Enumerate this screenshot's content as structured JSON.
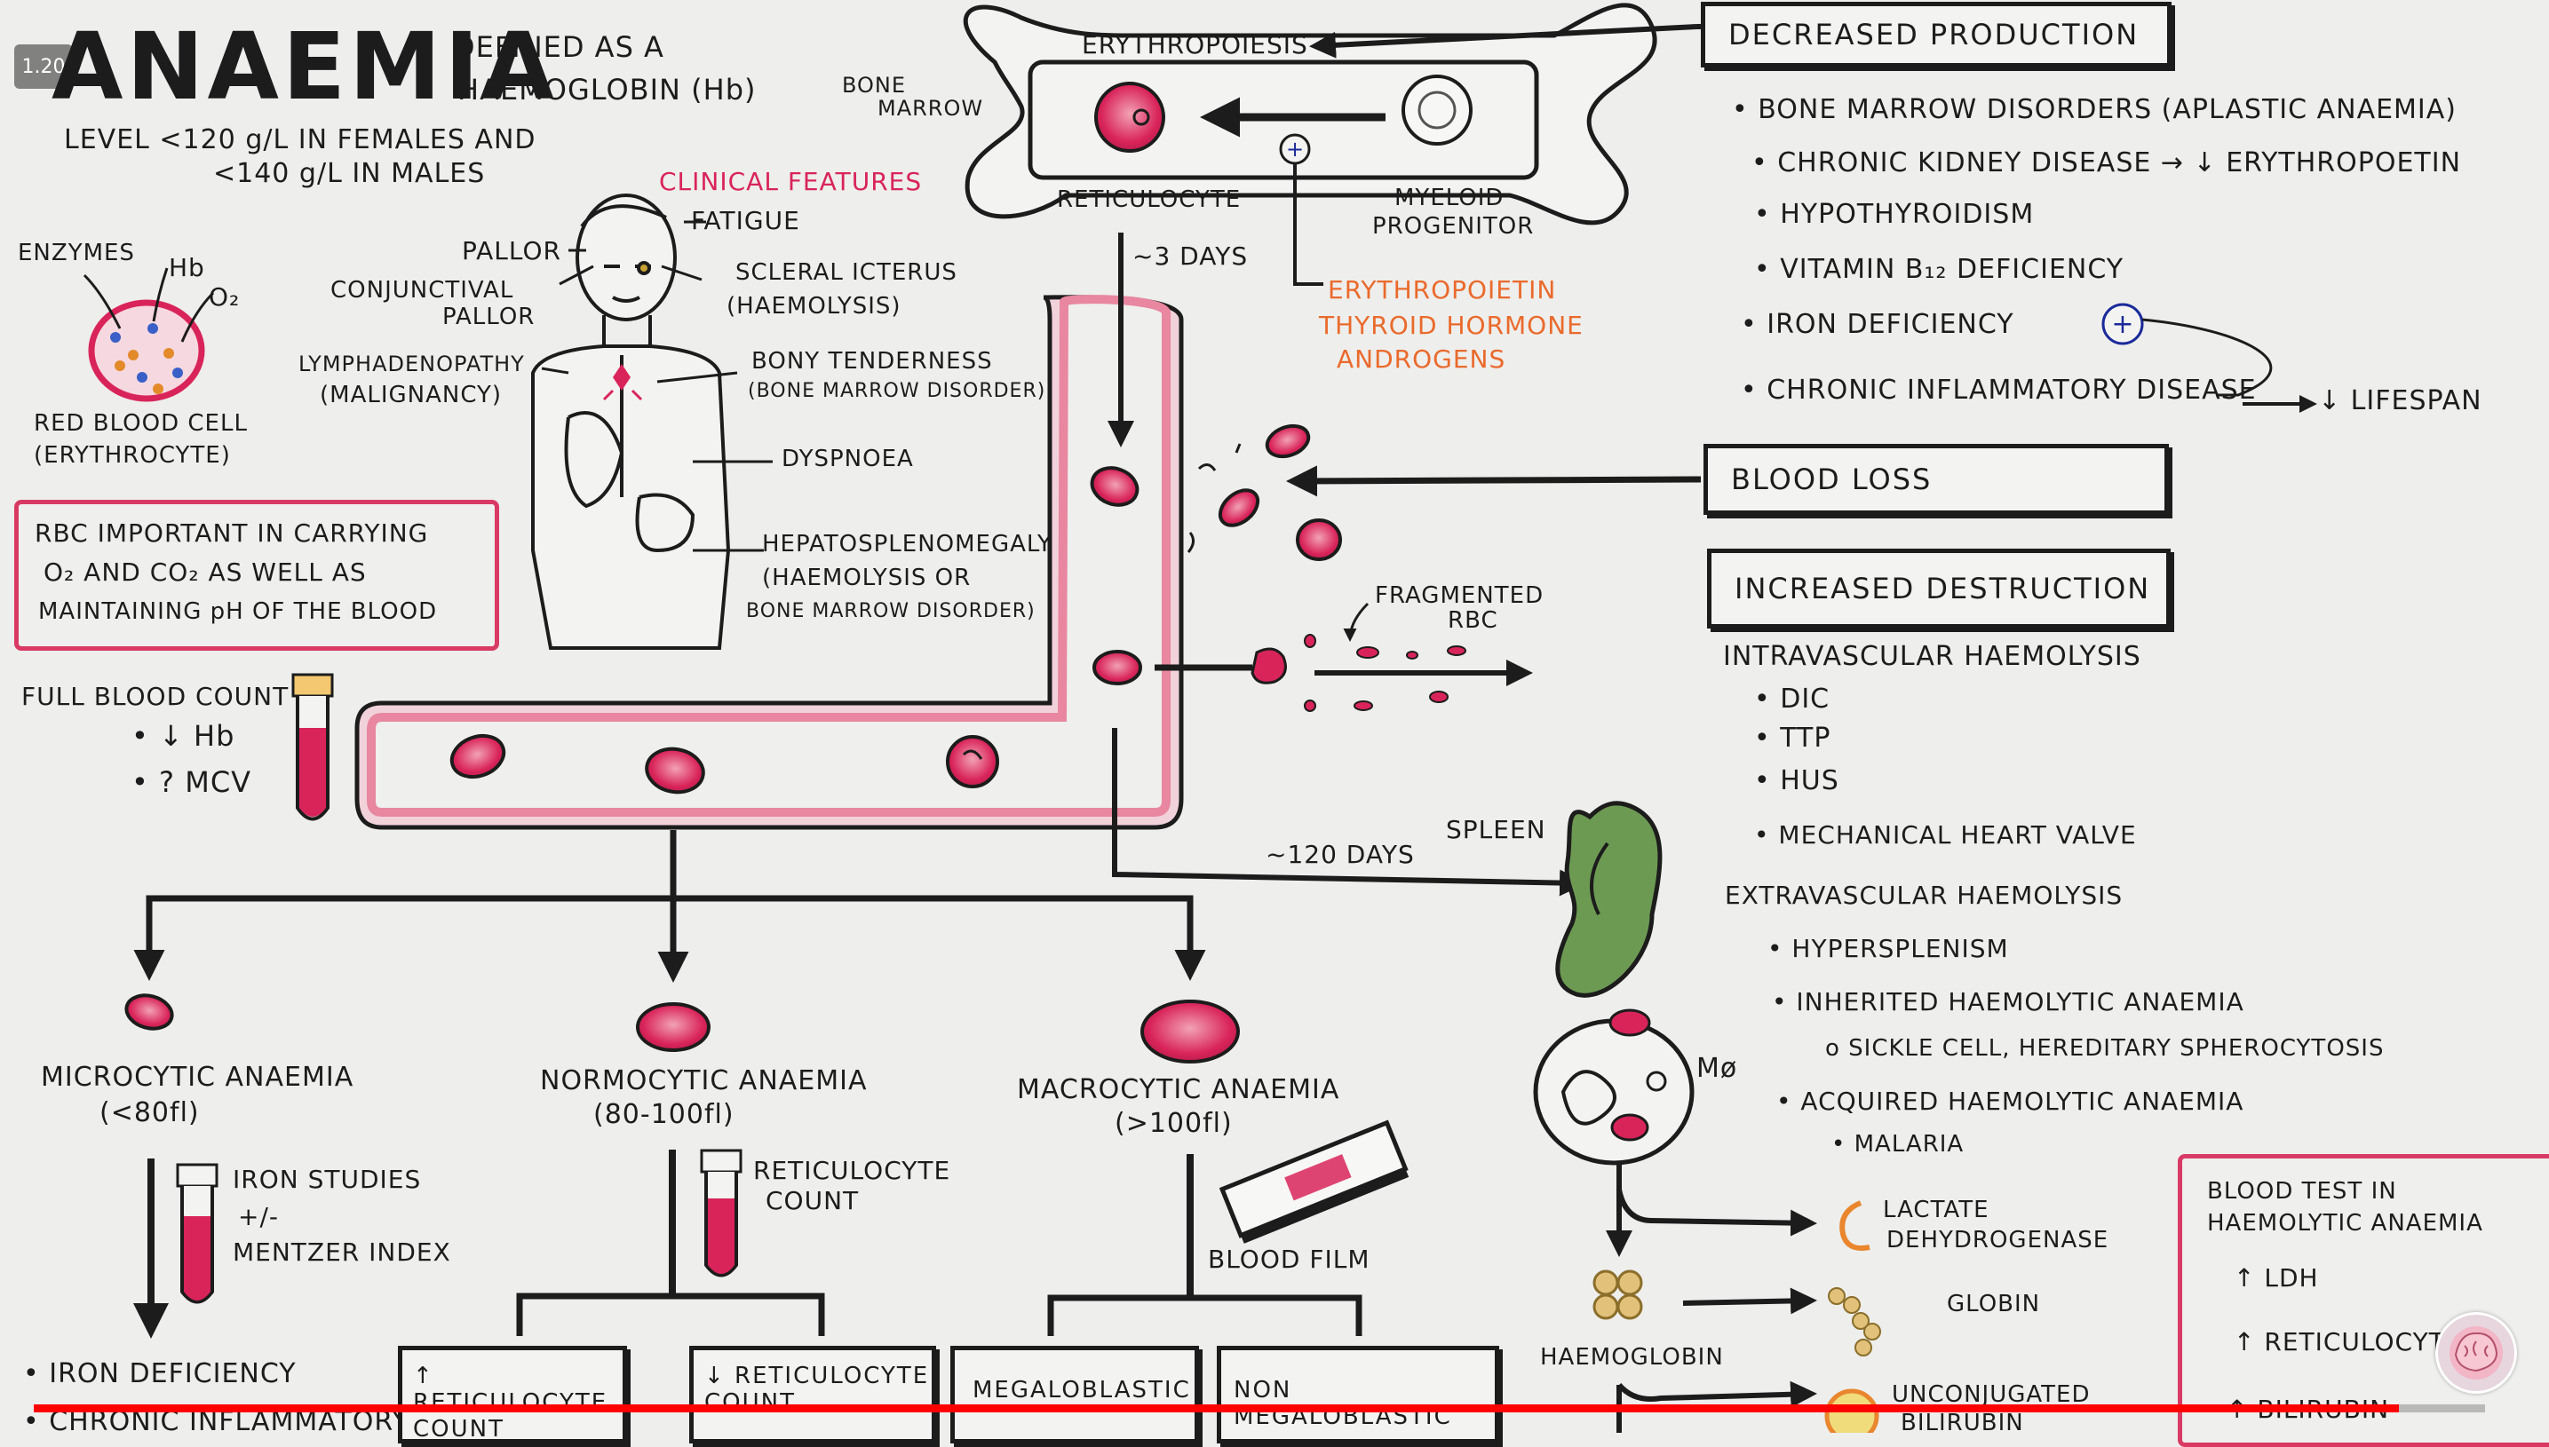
{
  "player": {
    "time_badge": "1.20",
    "progress": 0.965
  },
  "title": {
    "word": "ANAEMIA",
    "defined_as": "DEFINED AS A",
    "haemoglobin": "HAEMOGLOBIN (Hb)",
    "level_line1": "LEVEL <120   g/L IN FEMALES AND",
    "level_line2": "<140   g/L IN MALES"
  },
  "rbc": {
    "enzymes": "ENZYMES",
    "hb": "Hb",
    "o2": "O₂",
    "label_line1": "RED BLOOD CELL",
    "label_line2": "(ERYTHROCYTE)"
  },
  "rbc_box": {
    "line1": "RBC IMPORTANT IN CARRYING",
    "line2": "O₂ AND CO₂ AS WELL AS",
    "line3": "MAINTAINING pH OF THE BLOOD"
  },
  "clinical": {
    "heading": "CLINICAL FEATURES",
    "fatigue": "FATIGUE",
    "pallor": "PALLOR",
    "conjunctival_1": "CONJUNCTIVAL",
    "conjunctival_2": "PALLOR",
    "lymph_1": "LYMPHADENOPATHY",
    "lymph_2": "(MALIGNANCY)",
    "icterus_1": "SCLERAL ICTERUS",
    "icterus_2": "(HAEMOLYSIS)",
    "bony_1": "BONY TENDERNESS",
    "bony_2": "(BONE MARROW DISORDER)",
    "dyspnoea": "DYSPNOEA",
    "hepato_1": "HEPATOSPLENOMEGALY",
    "hepato_2": "(HAEMOLYSIS OR",
    "hepato_3": "BONE MARROW DISORDER)"
  },
  "fbc": {
    "title": "FULL BLOOD COUNT",
    "item1": "• ↓ Hb",
    "item2": "• ? MCV"
  },
  "bone": {
    "erythropoiesis": "ERYTHROPOIESIS",
    "bone_marrow_1": "BONE",
    "bone_marrow_2": "MARROW",
    "reticulocyte": "RETICULOCYTE",
    "myeloid_1": "MYELOID",
    "myeloid_2": "PROGENITOR",
    "three_days": "~3 DAYS",
    "epo_1": "ERYTHROPOIETIN",
    "epo_2": "THYROID HORMONE",
    "epo_3": "ANDROGENS",
    "plus": "+"
  },
  "decreased": {
    "title": "DECREASED PRODUCTION",
    "items": [
      "• BONE MARROW DISORDERS (APLASTIC ANAEMIA)",
      "• CHRONIC KIDNEY DISEASE → ↓ ERYTHROPOETIN",
      "• HYPOTHYROIDISM",
      "• VITAMIN B₁₂ DEFICIENCY",
      "• IRON DEFICIENCY",
      "• CHRONIC INFLAMMATORY DISEASE"
    ],
    "lifespan": "↓ LIFESPAN",
    "plus": "+"
  },
  "blood_loss": {
    "title": "BLOOD LOSS"
  },
  "increased": {
    "title": "INCREASED DESTRUCTION",
    "intra_title": "INTRAVASCULAR HAEMOLYSIS",
    "intra_items": [
      "• DIC",
      "• TTP",
      "• HUS",
      "• MECHANICAL HEART VALVE"
    ],
    "extra_title": "EXTRAVASCULAR HAEMOLYSIS",
    "extra_items": [
      "• HYPERSPLENISM",
      "• INHERITED HAEMOLYTIC ANAEMIA",
      "o SICKLE CELL, HEREDITARY SPHEROCYTOSIS",
      "• ACQUIRED HAEMOLYTIC ANAEMIA",
      "• MALARIA"
    ]
  },
  "fragmented": {
    "line1": "FRAGMENTED",
    "line2": "RBC"
  },
  "spleen": {
    "label": "SPLEEN",
    "days": "~120 DAYS",
    "mo": "Mø"
  },
  "breakdown": {
    "ldh_1": "LACTATE",
    "ldh_2": "DEHYDROGENASE",
    "globin": "GLOBIN",
    "haemoglobin": "HAEMOGLOBIN",
    "unconj_1": "UNCONJUGATED",
    "unconj_2": "BILIRUBIN"
  },
  "blood_test": {
    "title_1": "BLOOD TEST IN",
    "title_2": "HAEMOLYTIC ANAEMIA",
    "item1": "↑ LDH",
    "item2": "↑ RETICULOCYTE",
    "item3": "↑ BILIRUBIN"
  },
  "anaemia_types": {
    "micro_1": "MICROCYTIC ANAEMIA",
    "micro_2": "(<80fl)",
    "normo_1": "NORMOCYTIC ANAEMIA",
    "normo_2": "(80-100fl)",
    "macro_1": "MACROCYTIC ANAEMIA",
    "macro_2": "(>100fl)",
    "iron_studies_1": "IRON STUDIES",
    "iron_studies_2": "+/-",
    "iron_studies_3": "MENTZER INDEX",
    "retic_count_1": "RETICULOCYTE",
    "retic_count_2": "COUNT",
    "blood_film": "BLOOD FILM",
    "micro_items_1": "• IRON DEFICIENCY",
    "micro_items_2": "• CHRONIC INFLAMMATORY",
    "up_retic": "↑ RETICULOCYTE COUNT",
    "down_retic": "↓ RETICULOCYTE COUNT",
    "megaloblastic": "MEGALOBLASTIC",
    "non_megaloblastic": "NON MEGALOBLASTIC"
  },
  "colors": {
    "ink": "#1c1c1c",
    "rbc_red": "#d9245a",
    "vessel_pink": "#e8879f",
    "orange": "#ea6a2c",
    "spleen_green": "#5d8a46",
    "progress_red": "#ff0000"
  }
}
